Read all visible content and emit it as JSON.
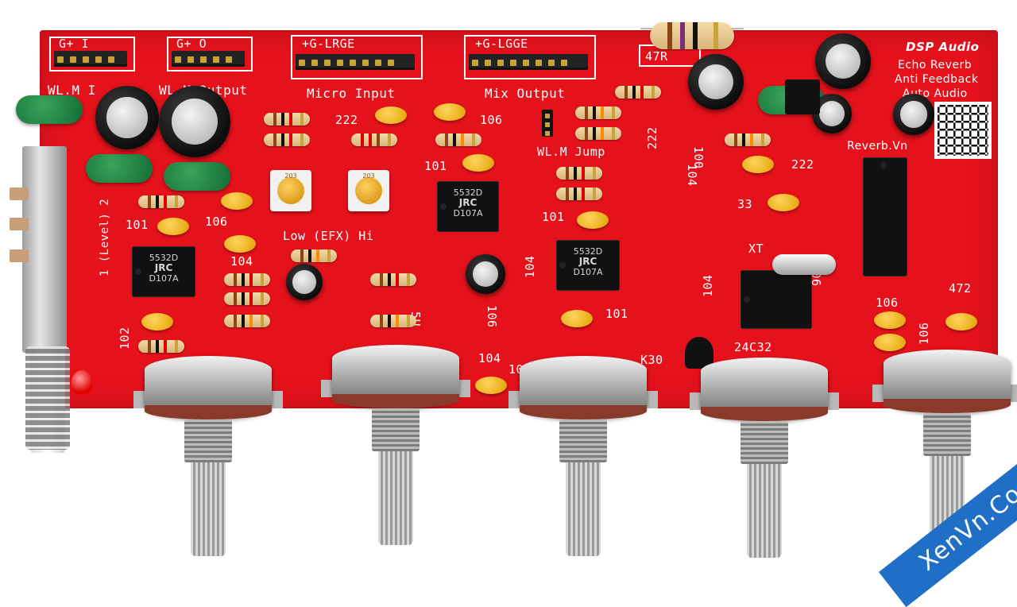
{
  "board": {
    "brand": "DSP Audio",
    "features": [
      "Echo Reverb",
      "Anti Feedback",
      "Auto Audio"
    ],
    "website": "Reverb.Vn",
    "resistor_top": "47R"
  },
  "headers": [
    {
      "pins": "G+  I",
      "label": "WL.M I"
    },
    {
      "pins": "G+  O",
      "label": "WL.M Output"
    },
    {
      "pins": "+G-LRGE",
      "label": "Micro Input"
    },
    {
      "pins": "+G-LGGE",
      "label": "Mix Output"
    }
  ],
  "silkscreen": {
    "jumper": "WL.M Jump",
    "trim_label": "Low (EFX) Hi",
    "level": "1 (Level) 2",
    "crystal": "XT",
    "transistor": "K30",
    "eeprom": "24C32",
    "marks": [
      "222",
      "106",
      "101",
      "106",
      "104",
      "101",
      "222",
      "104",
      "222",
      "33",
      "101",
      "106",
      "101",
      "104",
      "106",
      "104",
      "104",
      "472",
      "102",
      "5U",
      "106",
      "106",
      "104",
      "100"
    ]
  },
  "chips": [
    {
      "part": "5532D",
      "maker": "JRC",
      "code": "D107A"
    },
    {
      "part": "5532D",
      "maker": "JRC",
      "code": "D107A"
    },
    {
      "part": "5532D",
      "maker": "JRC",
      "code": "D107A"
    }
  ],
  "trimmers": [
    "203",
    "203"
  ],
  "watermark": "XenVn.Com",
  "colors": {
    "board": "#e5121c",
    "silkscreen": "#ffffff",
    "ceramic_cap": "#f0b400",
    "film_cap": "#1f8a45",
    "resistor_body": "#e8c690",
    "watermark_bg": "#1f6fc6"
  }
}
